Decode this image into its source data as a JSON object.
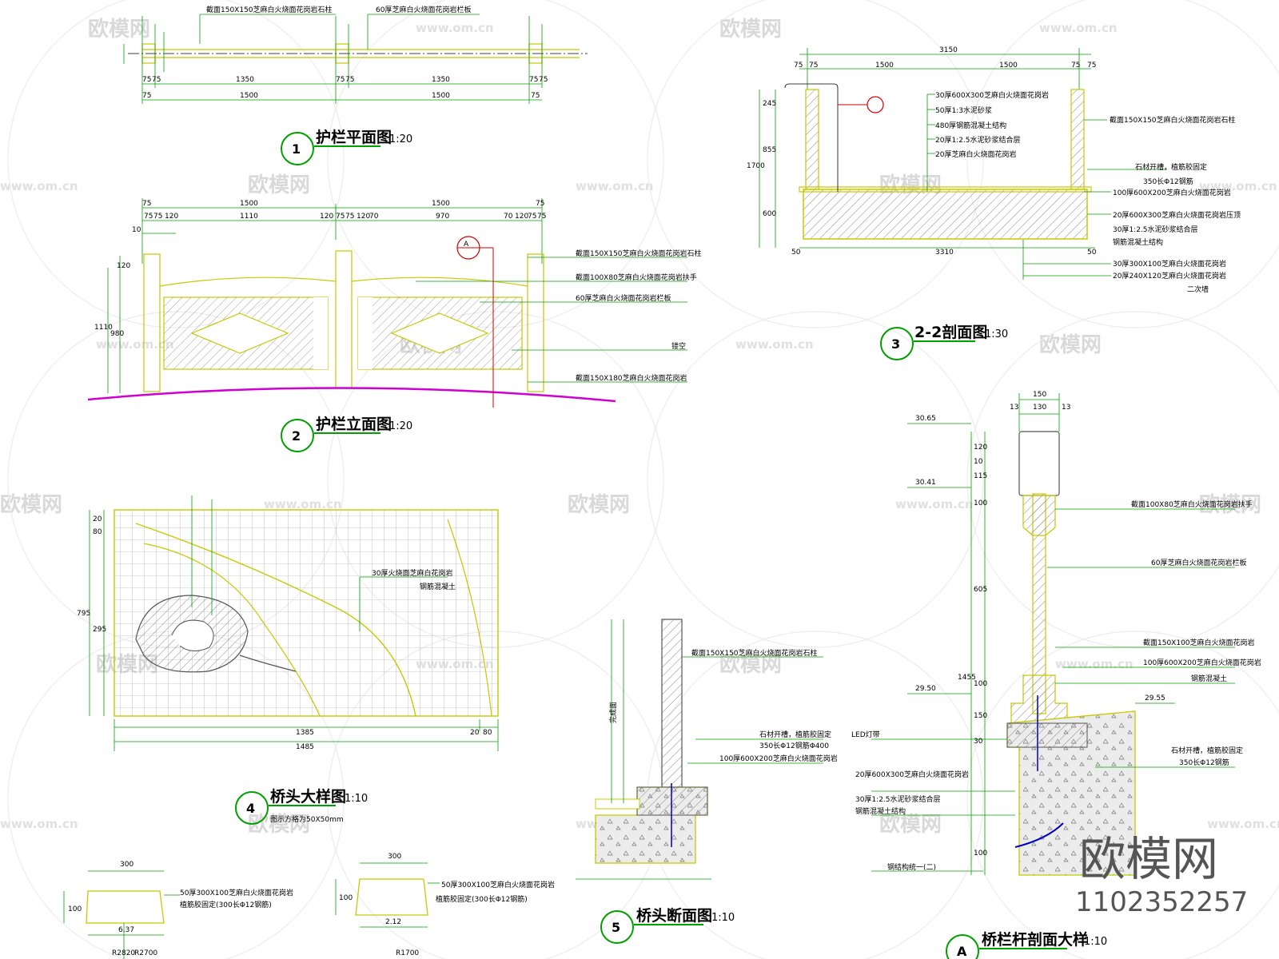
{
  "watermark": {
    "brand": "欧模网",
    "url": "www.om.cn"
  },
  "drawings": [
    {
      "id": "1",
      "title": "护栏平面图",
      "scale": "1:20"
    },
    {
      "id": "2",
      "title": "护栏立面图",
      "scale": "1:20"
    },
    {
      "id": "3",
      "title": "2-2剖面图",
      "scale": "1:30"
    },
    {
      "id": "4",
      "title": "桥头大样图",
      "scale": "1:10",
      "subtitle": "图示方格为50X50mm"
    },
    {
      "id": "5",
      "title": "桥头断面图",
      "scale": "1:10"
    },
    {
      "id": "A",
      "title": "桥栏杆剖面大样",
      "scale": "1:10"
    }
  ],
  "notes_plan": [
    "截面150X150芝麻白火烧面花岗岩石柱",
    "60厚芝麻白火烧面花岗岩栏板"
  ],
  "notes_elev": [
    "截面150X150芝麻白火烧面花岗岩石柱",
    "截面100X80芝麻白火烧面花岗岩扶手",
    "60厚芝麻白火烧面花岗岩栏板",
    "镂空",
    "截面150X180芝麻白火烧面花岗岩"
  ],
  "notes_sec": [
    "30厚600X300芝麻白火烧面花岗岩",
    "50厚1:3水泥砂浆",
    "480厚钢筋混凝土结构",
    "20厚1:2.5水泥砂浆结合层",
    "20厚芝麻白火烧面花岗岩"
  ],
  "notes_sec_right": [
    "截面150X150芝麻白火烧面花岗岩石柱",
    "石材开槽，植筋胶固定",
    "350长Φ12钢筋",
    "100厚600X200芝麻白火烧面花岗岩",
    "20厚600X300芝麻白火烧面花岗岩压顶",
    "30厚1:2.5水泥砂浆结合层",
    "钢筋混凝土结构",
    "30厚300X100芝麻白火烧面花岗岩",
    "20厚240X120芝麻白火烧面花岗岩",
    "二次墙"
  ],
  "notes_head": [
    "30厚火烧面芝麻白花岗岩",
    "钢筋混凝土"
  ],
  "notes_s5": [
    "截面150X150芝麻白火烧面花岗岩石柱",
    "石材开槽，植筋胶固定",
    "350长Φ12钢筋Φ400",
    "100厚600X200芝麻白火烧面花岗岩",
    "完成面"
  ],
  "notes_A": [
    "截面100X80芝麻白火烧面花岗岩扶手",
    "60厚芝麻白火烧面花岗岩栏板",
    "截面150X100芝麻白火烧面花岗岩",
    "100厚600X200芝麻白火烧面花岗岩",
    "钢筋混凝土",
    "石材开槽，植筋胶固定",
    "350长Φ12钢筋",
    "LED灯带",
    "20厚600X300芝麻白火烧面花岗岩",
    "30厚1:2.5水泥砂浆结合层",
    "钢筋混凝土结构",
    "钢结构统一(二)"
  ],
  "notes_bottom": [
    "50厚300X100芝麻白火烧面花岗岩",
    "植筋胶固定(300长Φ12钢筋)",
    "50厚300X100芝麻白火烧面花岗岩",
    "植筋胶固定(300长Φ12钢筋)"
  ],
  "dims": {
    "plan_top": [
      "75",
      "75",
      "1350",
      "75",
      "75",
      "1350",
      "75",
      "75"
    ],
    "plan_bottom": [
      "75",
      "1500",
      "1500",
      "75"
    ],
    "elev_top": [
      "75",
      "1500",
      "1500",
      "75"
    ],
    "elev_mid": [
      "75",
      "75",
      "120",
      "1110",
      "120",
      "75",
      "75",
      "120",
      "70",
      "970",
      "70",
      "120",
      "75",
      "75"
    ],
    "elev_left": [
      "10",
      "120",
      "1110",
      "980"
    ],
    "sec_top": [
      "3150",
      "75",
      "75",
      "1500",
      "1500",
      "75",
      "75"
    ],
    "sec_bottom": [
      "50",
      "3310",
      "50"
    ],
    "sec_left": [
      "245",
      "855",
      "1700",
      "600"
    ],
    "head_bottom": [
      "1385",
      "1485",
      "20",
      "80"
    ],
    "head_left": [
      "20",
      "80",
      "795",
      "295"
    ],
    "a_top": [
      "150",
      "13",
      "130",
      "13"
    ],
    "a_left": [
      "120",
      "10",
      "115",
      "100",
      "605",
      "1455",
      "100",
      "150",
      "30",
      "100"
    ],
    "a_elev": [
      "30.65",
      "30.41",
      "29.50",
      "29.55"
    ],
    "bottom_left": [
      "300",
      "100",
      "6.37",
      "R2820",
      "R2700"
    ],
    "bottom_right": [
      "300",
      "100",
      "2.12",
      "R1700"
    ]
  },
  "code": "1102352257",
  "colors": {
    "line": "#000000",
    "yellow": "#c8c800",
    "green": "#00a000",
    "magenta": "#d000d0",
    "red": "#d00000",
    "blue": "#0000c0",
    "hatch": "#888888"
  }
}
